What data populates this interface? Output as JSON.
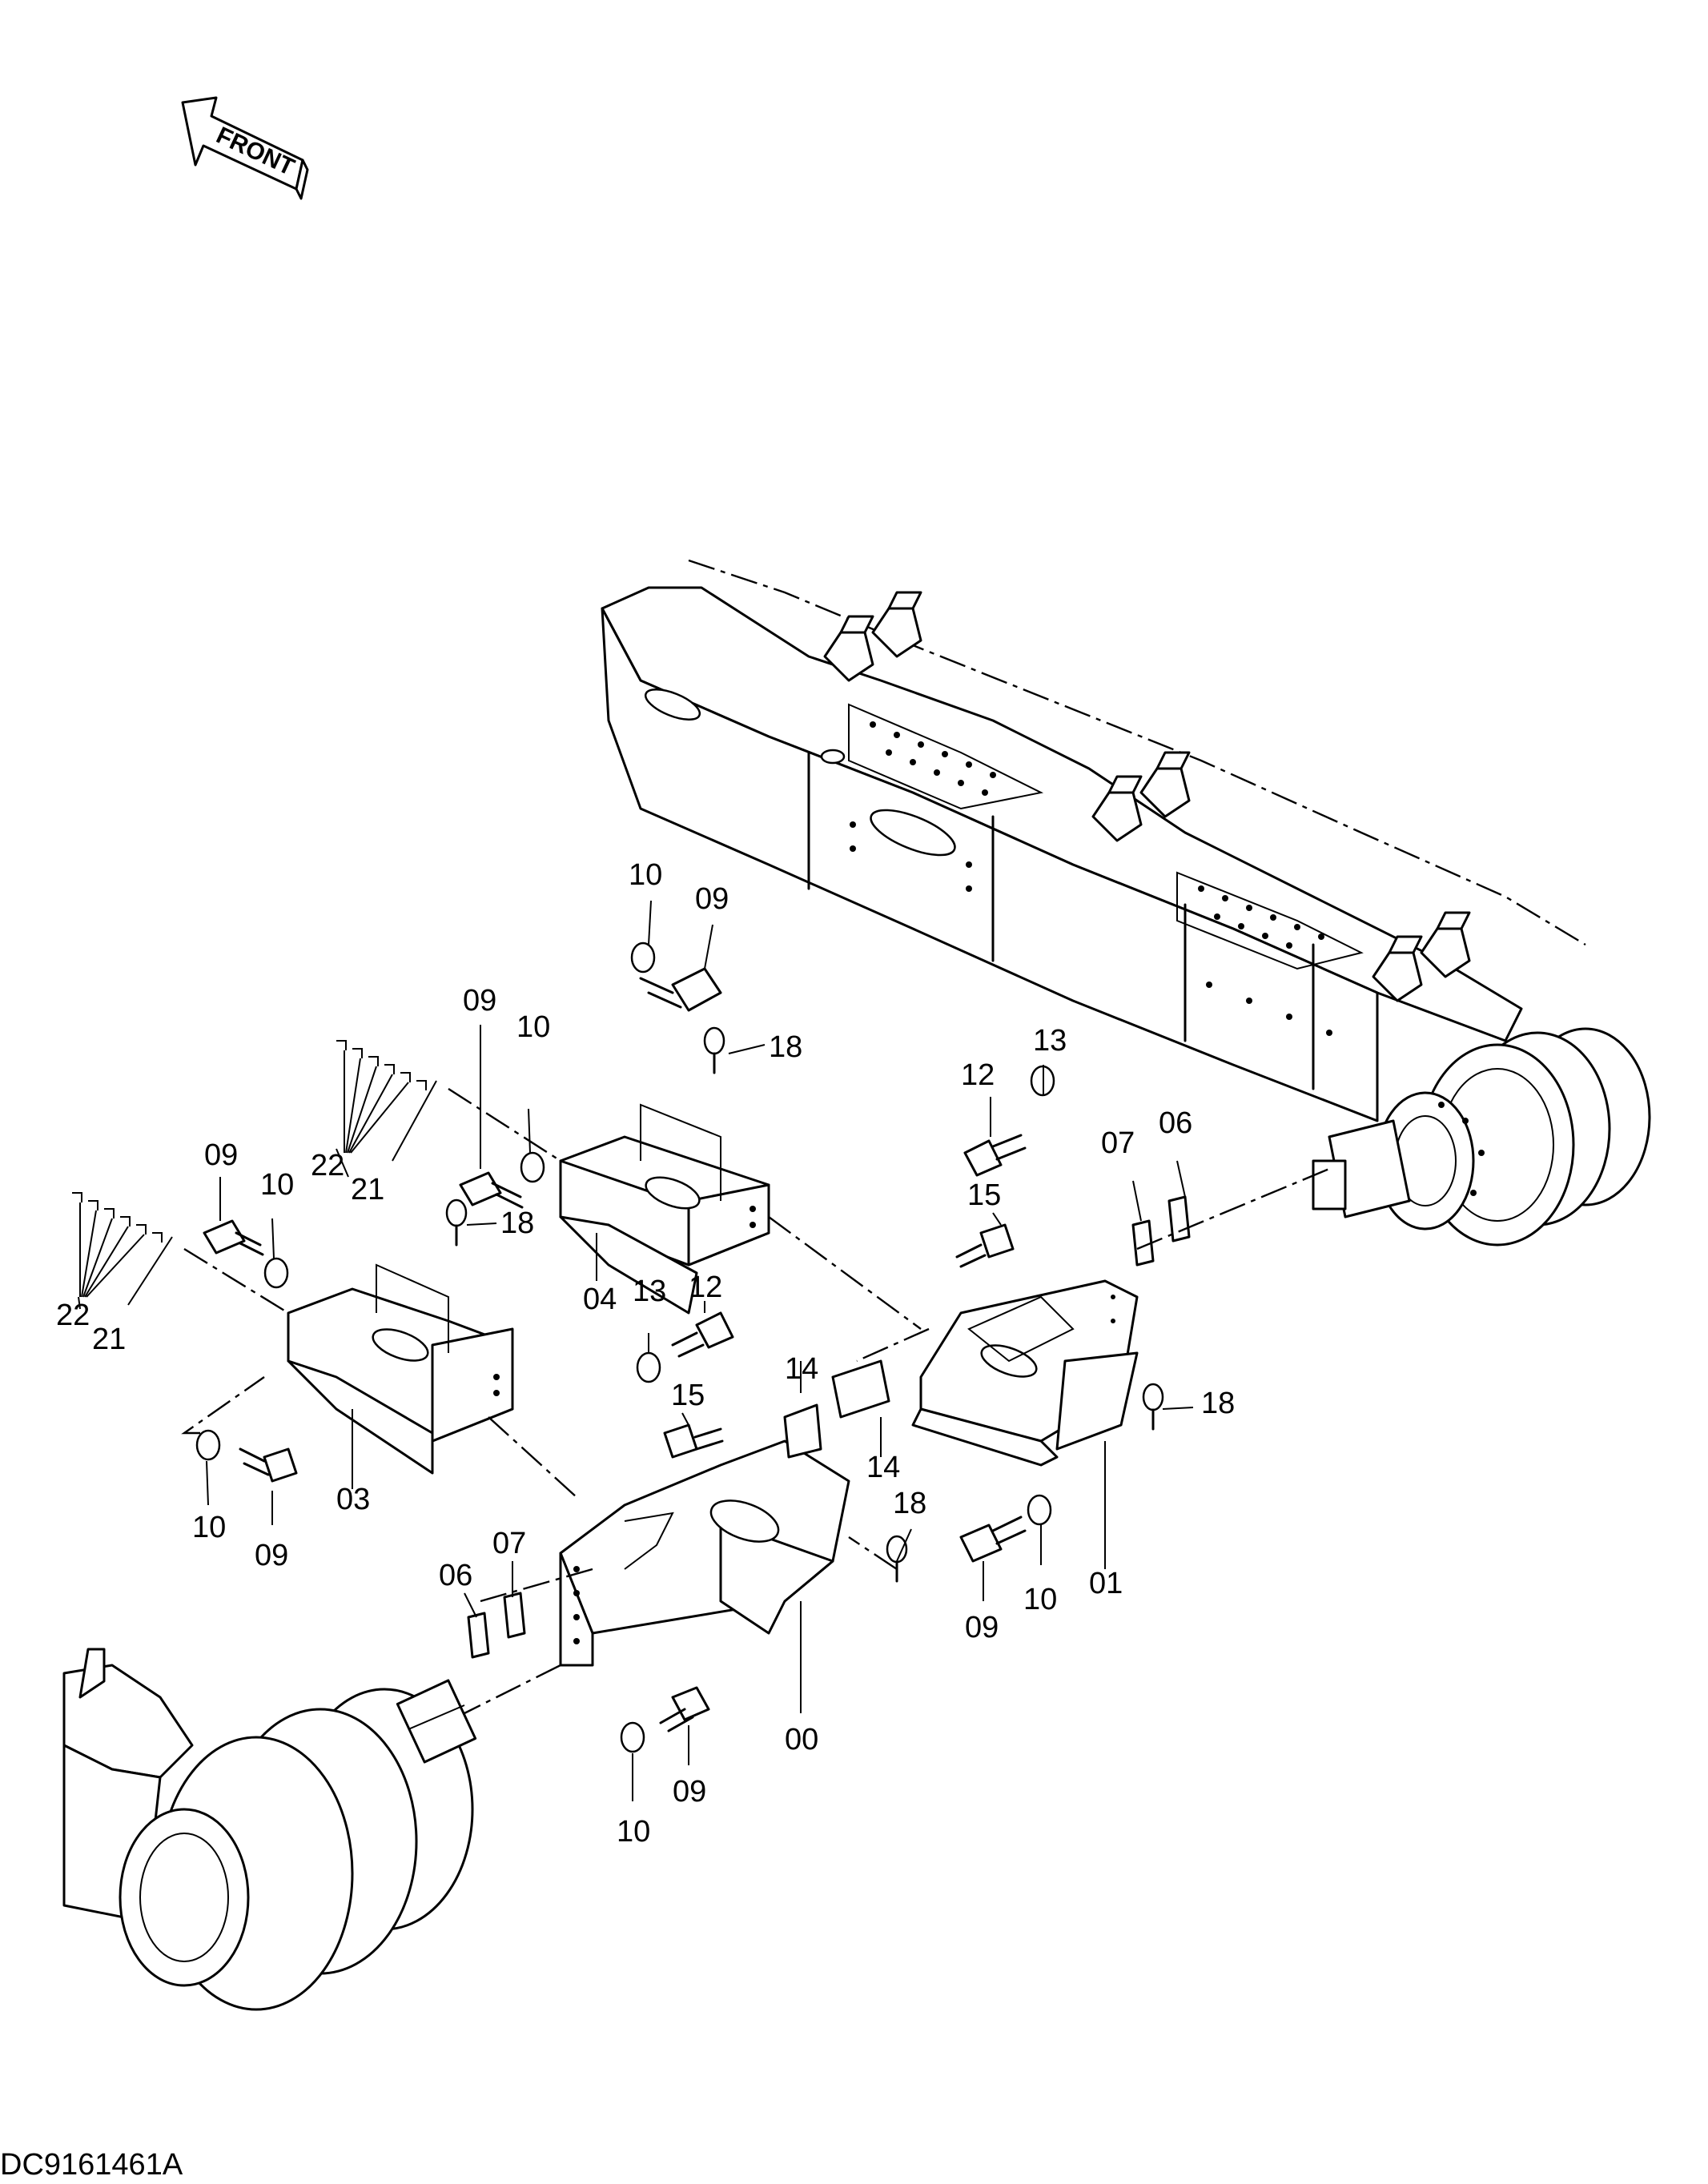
{
  "front_arrow": {
    "label": "FRONT"
  },
  "drawing_code": "DC9161461A",
  "callouts": {
    "c00": "00",
    "c01": "01",
    "c03": "03",
    "c04": "04",
    "c06a": "06",
    "c06b": "06",
    "c07a": "07",
    "c07b": "07",
    "c09a": "09",
    "c09b": "09",
    "c09c": "09",
    "c09d": "09",
    "c09e": "09",
    "c09f": "09",
    "c10a": "10",
    "c10b": "10",
    "c10c": "10",
    "c10d": "10",
    "c10e": "10",
    "c10f": "10",
    "c12a": "12",
    "c12b": "12",
    "c13a": "13",
    "c13b": "13",
    "c14a": "14",
    "c14b": "14",
    "c15a": "15",
    "c15b": "15",
    "c18a": "18",
    "c18b": "18",
    "c18c": "18",
    "c18d": "18",
    "c21a": "21",
    "c21b": "21",
    "c22a": "22",
    "c22b": "22"
  }
}
